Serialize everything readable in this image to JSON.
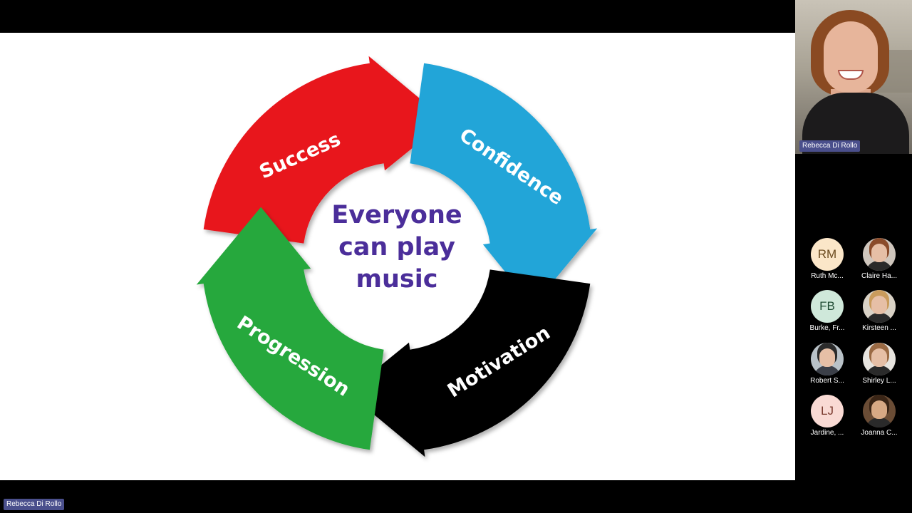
{
  "slide": {
    "segments": [
      {
        "label": "Success",
        "color": "#e8141e"
      },
      {
        "label": "Confidence",
        "color": "#24a5d8"
      },
      {
        "label": "Motivation",
        "color": "#050505"
      },
      {
        "label": "Progression",
        "color": "#28a83c"
      }
    ],
    "center_text": [
      "Everyone",
      "can play",
      "music"
    ],
    "center_color": "#4b2e9a"
  },
  "presenter": {
    "name": "Rebecca Di Rollo"
  },
  "speaker_tile": {
    "name": "Rebecca Di Rollo"
  },
  "participants": [
    {
      "initials": "RM",
      "name": "Ruth Mc...",
      "avatar_bg": "#fbe6c8",
      "avatar_fg": "#6b4a1e"
    },
    {
      "initials": "",
      "name": "Claire Ha...",
      "avatar_bg": "#cfc6bd",
      "photo": "woman-glasses"
    },
    {
      "initials": "FB",
      "name": "Burke, Fr...",
      "avatar_bg": "#cfe8da",
      "avatar_fg": "#1f4b33"
    },
    {
      "initials": "",
      "name": "Kirsteen ...",
      "avatar_bg": "#d9d2c6",
      "photo": "woman-blonde"
    },
    {
      "initials": "",
      "name": "Robert S...",
      "avatar_bg": "#b9c2c8",
      "photo": "man"
    },
    {
      "initials": "",
      "name": "Shirley L...",
      "avatar_bg": "#e7e4df",
      "photo": "woman"
    },
    {
      "initials": "LJ",
      "name": "Jardine, ...",
      "avatar_bg": "#f9dad4",
      "avatar_fg": "#7a3a2e"
    },
    {
      "initials": "",
      "name": "Joanna C...",
      "avatar_bg": "#6a4c35",
      "photo": "woman-dark"
    }
  ]
}
